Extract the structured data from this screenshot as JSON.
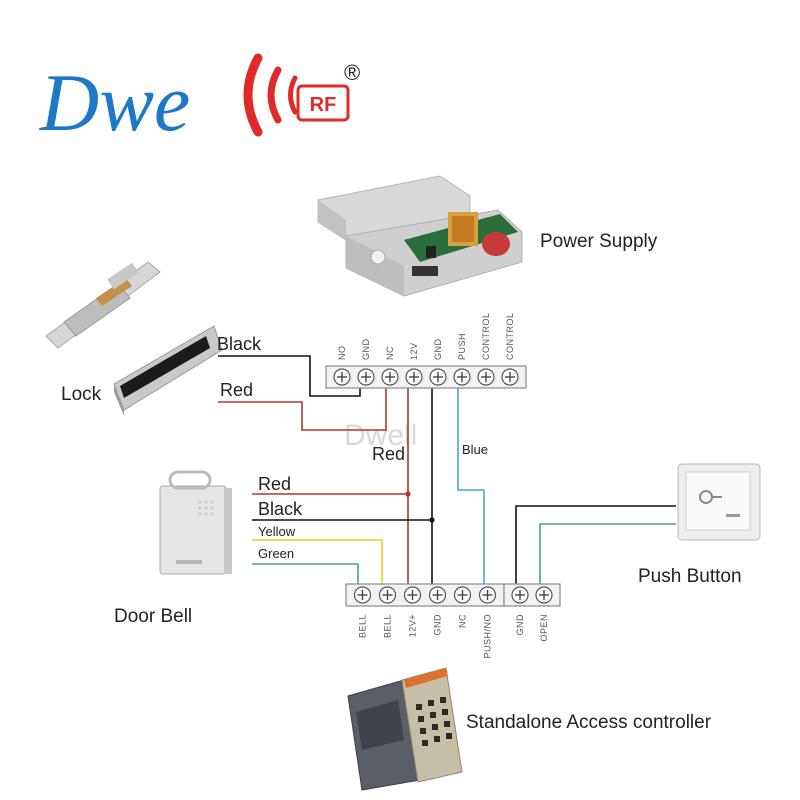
{
  "brand": {
    "logo_text": "Dwe",
    "logo_badge": "RF",
    "registered_mark": "®",
    "watermark": "Dwell"
  },
  "components": {
    "power_supply": "Power Supply",
    "lock": "Lock",
    "door_bell": "Door Bell",
    "push_button": "Push Button",
    "access_controller": "Standalone Access controller"
  },
  "power_supply_terminals": [
    "NO",
    "GND",
    "NC",
    "12V",
    "GND",
    "PUSH",
    "CONTROL",
    "CONTROL"
  ],
  "controller_terminals": [
    "BELL",
    "BELL",
    "12V+",
    "GND",
    "NC",
    "PUSH/NO"
  ],
  "button_terminals": [
    "GND",
    "OPEN"
  ],
  "wire_labels": {
    "lock_black": "Black",
    "lock_red": "Red",
    "ps_red": "Red",
    "ps_blue": "Blue",
    "bell_red": "Red",
    "bell_black": "Black",
    "bell_yellow": "Yellow",
    "bell_green": "Green"
  },
  "colors": {
    "logo_blue": "#1e78c8",
    "logo_red": "#e02a2a",
    "wire_black": "#111111",
    "wire_red": "#b83232",
    "wire_blue": "#4aa6d8",
    "wire_yellow": "#e8d020",
    "wire_green": "#3fa880"
  }
}
